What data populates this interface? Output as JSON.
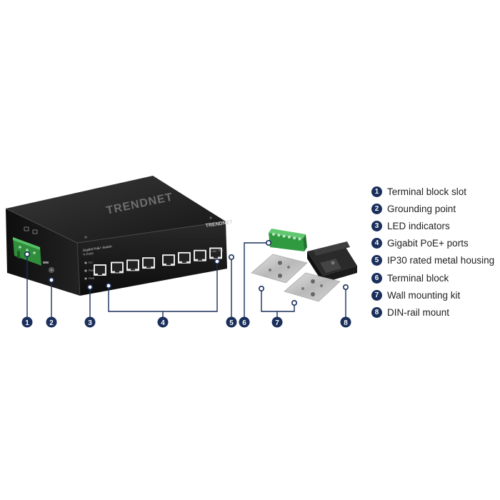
{
  "device": {
    "brand": "TRENDNET",
    "model_line1": "Gigabit PoE+ Switch",
    "model_line2": "TI-PG80",
    "led_labels": [
      "FLT",
      "PWR",
      "PWR"
    ],
    "port_numbers": [
      "2",
      "",
      "",
      "",
      "",
      "",
      "",
      ""
    ],
    "lan_label": "LAN",
    "poe_label": "PoE"
  },
  "accessories": {
    "terminal_block_color": "#3cb050",
    "din_rail_color": "#222222"
  },
  "callouts": [
    "1",
    "2",
    "3",
    "4",
    "5",
    "6",
    "7",
    "8"
  ],
  "legend": [
    {
      "num": "1",
      "label": "Terminal block slot"
    },
    {
      "num": "2",
      "label": "Grounding point"
    },
    {
      "num": "3",
      "label": "LED indicators"
    },
    {
      "num": "4",
      "label": "Gigabit PoE+ ports"
    },
    {
      "num": "5",
      "label": "IP30 rated metal housing"
    },
    {
      "num": "6",
      "label": "Terminal block"
    },
    {
      "num": "7",
      "label": "Wall mounting kit"
    },
    {
      "num": "8",
      "label": "DIN-rail mount"
    }
  ],
  "colors": {
    "callout": "#1b2f5c",
    "housing": "#1a1a1a"
  }
}
